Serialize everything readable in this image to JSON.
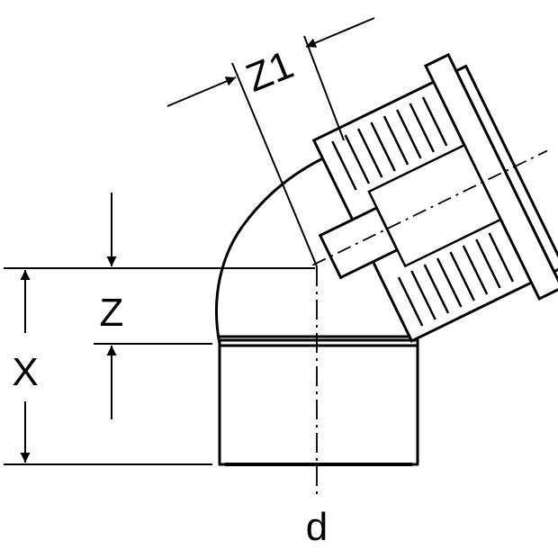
{
  "labels": {
    "z1": "Z1",
    "z": "Z",
    "x": "X",
    "d": "d"
  },
  "colors": {
    "line": "#000000",
    "fill": "#ffffff"
  }
}
